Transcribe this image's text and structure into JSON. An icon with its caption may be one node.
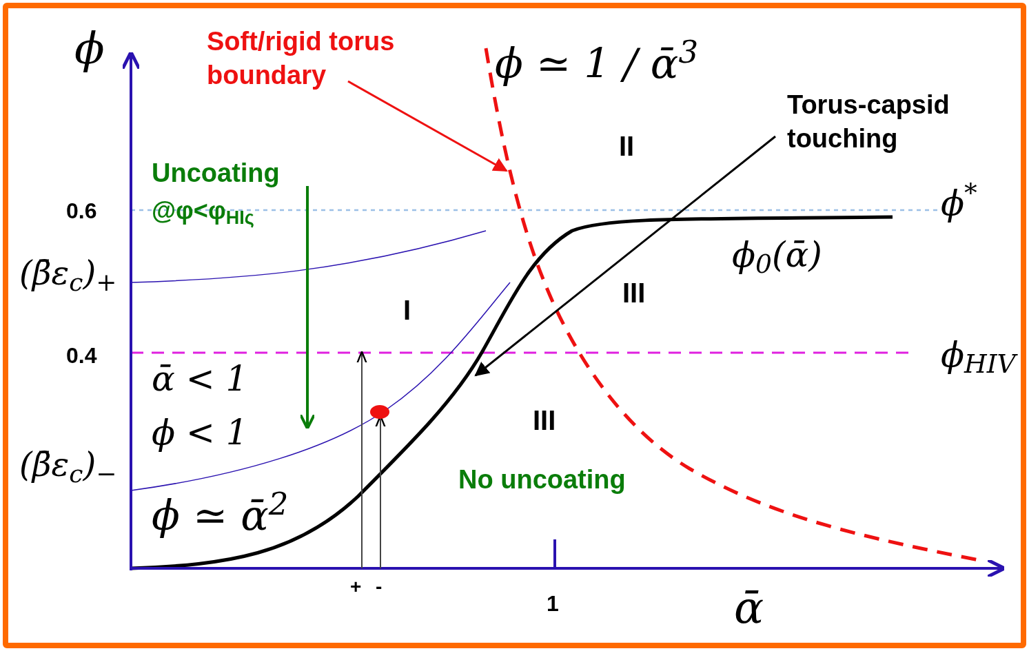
{
  "diagram": {
    "nodes": [
      {
        "text": [
          "Soft/rigid torus boundary"
        ]
      },
      {
        "text": [
          "Torus-capsid touching"
        ]
      }
    ],
    "edges": [
      {
        "from": 0,
        "to": null,
        "arrow": "to",
        "color": "#ee1111"
      },
      {
        "from": 1,
        "to": null,
        "arrow": "to",
        "color": "#000000"
      }
    ],
    "labels": [
      "ϕ",
      "ϕ ≃ 1 / ᾱ$^{3}$",
      "II",
      "Uncoating",
      "0.6",
      "@φ<φ$_{HIς}$",
      "ϕ$^{*}$",
      "ϕ$_{0}$(ᾱ)",
      "(β̄ε$_{c}$)$_{+}$",
      "III",
      "I",
      "0.4",
      "ϕ$_{HIV}$",
      "ᾱ < 1",
      "III",
      "ϕ < 1",
      "(β̄ε$_{c}$)$_{−}$",
      "No uncoating",
      "ϕ ≃ ᾱ$^{2}$",
      "+",
      "-",
      "1",
      "ᾱ"
    ]
  }
}
